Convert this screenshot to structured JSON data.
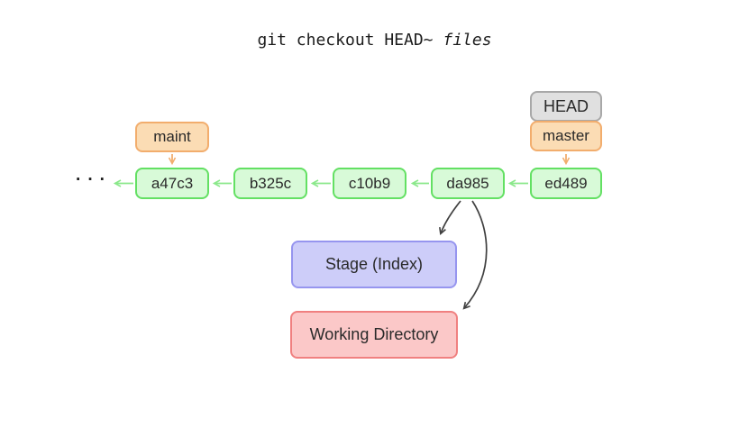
{
  "title": {
    "command": "git checkout HEAD~ ",
    "argument": "files"
  },
  "graph": {
    "ellipsis": "···",
    "commits": [
      {
        "id": "a47c3"
      },
      {
        "id": "b325c"
      },
      {
        "id": "c10b9"
      },
      {
        "id": "da985"
      },
      {
        "id": "ed489"
      }
    ],
    "maint_label": "maint",
    "head_label": "HEAD",
    "master_label": "master"
  },
  "areas": {
    "stage": "Stage (Index)",
    "working_directory": "Working Directory"
  },
  "colors": {
    "commit_border": "#63e063",
    "commit_fill": "#d8fad8",
    "commit_arrow": "#8ae88a",
    "branch_border": "#f2ad6d",
    "branch_fill": "#fbdcb4",
    "head_border": "#a8a8a8",
    "head_fill": "#e0e0e0",
    "stage_border": "#9695ef",
    "stage_fill": "#cdcdf9",
    "working_border": "#f08080",
    "working_fill": "#fbc8c8",
    "flow_arrow": "#404040",
    "text": "#2a2a2a"
  }
}
